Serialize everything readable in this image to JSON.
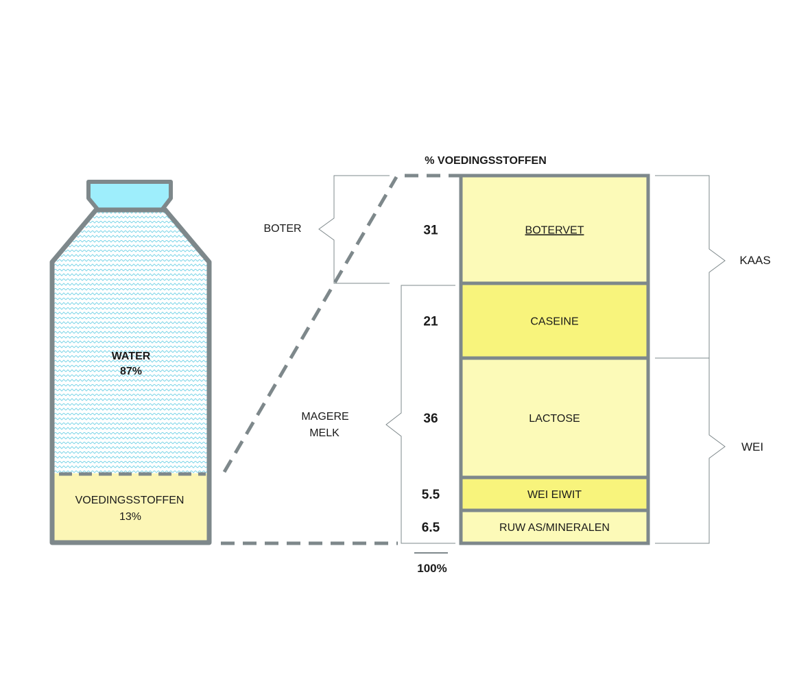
{
  "bottle": {
    "water_label": "WATER",
    "water_value": "87%",
    "nutrients_label": "VOEDINGSSTOFFEN",
    "nutrients_value": "13%"
  },
  "column": {
    "header": "% VOEDINGSSTOFFEN",
    "total": "100%",
    "segments": [
      {
        "label": "BOTERVET",
        "value": "31"
      },
      {
        "label": "CASEINE",
        "value": "21"
      },
      {
        "label": "LACTOSE",
        "value": "36"
      },
      {
        "label": "WEI EIWIT",
        "value": "5.5"
      },
      {
        "label": "RUW AS/MINERALEN",
        "value": "6.5"
      }
    ]
  },
  "left_braces": {
    "boter": "BOTER",
    "magere_melk_line1": "MAGERE",
    "magere_melk_line2": "MELK"
  },
  "right_braces": {
    "kaas": "KAAS",
    "wei": "WEI"
  },
  "colors": {
    "outline": "#7e888b",
    "cap": "#9eeefc",
    "water_wave": "#7fd6e8",
    "nutrient_fill": "#fcf6b6",
    "segment_light": "#fcfab8",
    "segment_dark": "#f8f47c"
  }
}
